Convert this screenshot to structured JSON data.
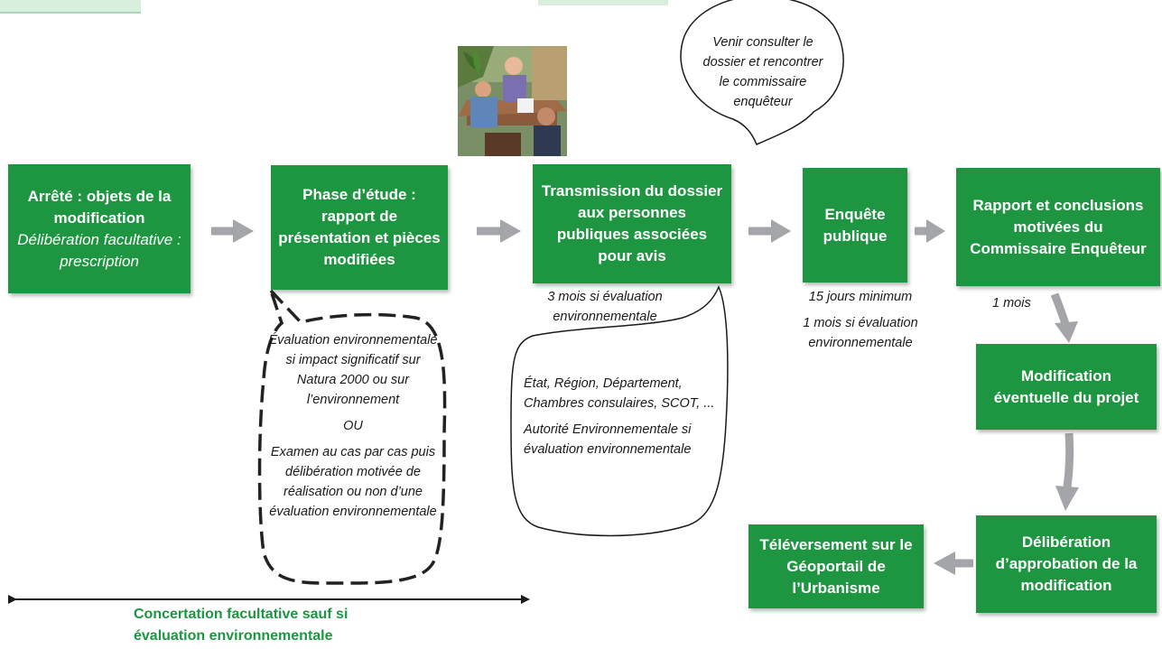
{
  "colors": {
    "box_fill": "#1e9540",
    "box_text": "#ffffff",
    "arrow": "#a3a5a8",
    "caption_text": "#1e9540",
    "bubble_border": "#333333"
  },
  "steps": {
    "arrete": {
      "title": "Arrêté : objets de la modification",
      "sub": "Délibération facultative : prescription"
    },
    "etude": {
      "title": "Phase d’étude : rapport de présentation et pièces modifiées"
    },
    "transmission": {
      "title": "Transmission du dossier aux personnes publiques associées pour avis"
    },
    "enquete": {
      "title": "Enquête publique"
    },
    "rapport": {
      "title": "Rapport et conclusions motivées du Commissaire Enquêteur"
    },
    "modification": {
      "title": "Modification éventuelle du projet"
    },
    "deliberation": {
      "title": "Délibération d’approbation de la modification"
    },
    "televersement": {
      "title": "Téléversement sur le Géoportail de l’Urbanisme"
    }
  },
  "notes": {
    "transmission_delay": "3 mois si évaluation environnementale",
    "enquete_min": "15 jours minimum",
    "enquete_eval": "1 mois si évaluation environnementale",
    "rapport_delay": "1 mois"
  },
  "bubbles": {
    "visit": "Venir consulter le dossier et rencontrer le commissaire enquêteur",
    "evaluation": {
      "line1": "Évaluation environnementale si impact significatif sur Natura 2000 ou sur l’environnement",
      "or": "OU",
      "line2": "Examen au cas par cas puis délibération motivée de réalisation ou non d’une évaluation environnementale"
    },
    "ppa": {
      "line1": "État, Région, Département, Chambres consulaires, SCOT, ...",
      "line2": "Autorité Environnementale si évaluation environnementale"
    }
  },
  "concertation": "Concertation facultative sauf si évaluation environnementale",
  "icons": {
    "meeting": "meeting-illustration-icon",
    "arrow": "flow-arrow-icon"
  }
}
